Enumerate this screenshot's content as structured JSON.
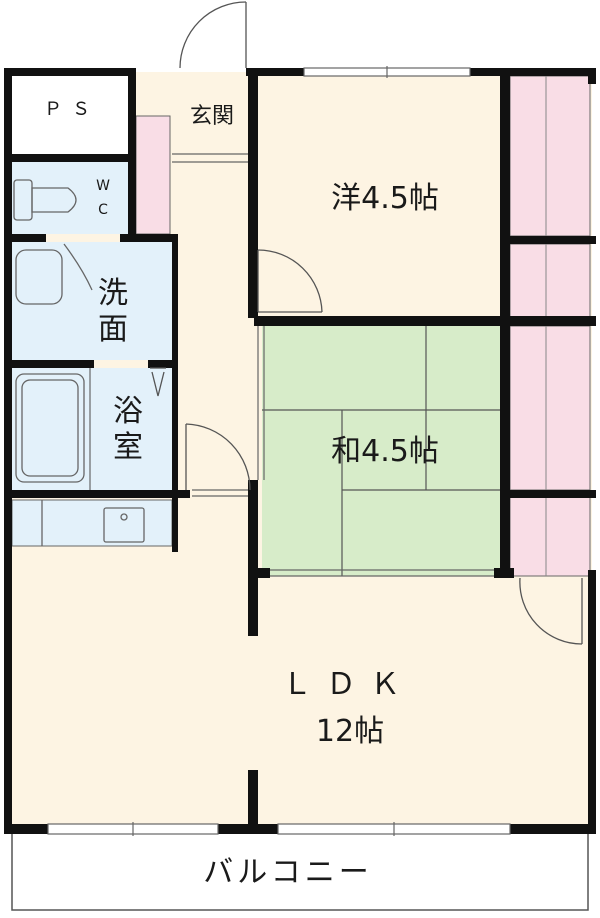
{
  "plan": {
    "colors": {
      "floor": "#fdf4e3",
      "wet_area": "#e3f1fa",
      "tatami": "#d7ecc9",
      "closet": "#f9dde6",
      "wall": "#111111",
      "line": "#666666"
    },
    "rooms": {
      "ps": "ＰＳ",
      "wc_top": "W",
      "wc_bottom": "C",
      "genkan": "玄関",
      "western_room": "洋4.5帖",
      "japanese_room": "和4.5帖",
      "washroom_top": "洗",
      "washroom_bottom": "面",
      "bath_top": "浴",
      "bath_bottom": "室",
      "ldk": "ＬＤＫ",
      "ldk_size": "12帖",
      "balcony": "バルコニー"
    }
  }
}
